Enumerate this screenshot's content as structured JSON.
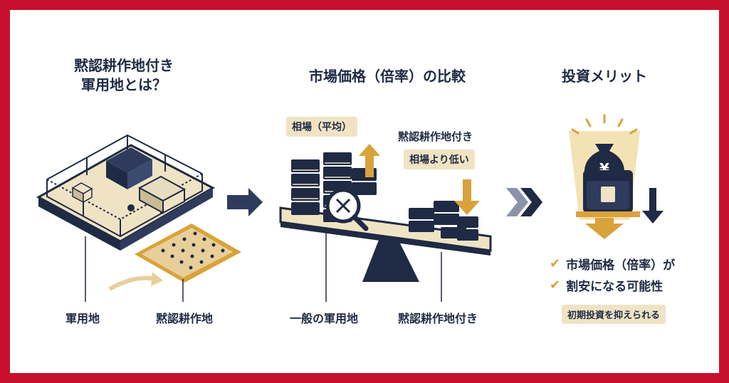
{
  "sections": {
    "what": {
      "title_line1": "黙認耕作地付き",
      "title_line2": "軍用地とは？",
      "label_military": "軍用地",
      "label_farmland": "黙認耕作地"
    },
    "compare": {
      "title": "市場価格（倍率）の比較",
      "tag_average": "相場（平均）",
      "label_with_farmland": "黙認耕作地付き",
      "tag_lower": "相場より低い",
      "label_general": "一般の軍用地",
      "label_bottom_right": "黙認耕作地付き"
    },
    "merit": {
      "title": "投資メリット",
      "check1": "市場価格（倍率）が",
      "check2": "割安になる可能性",
      "tag_cost": "初期投資を抑えられる",
      "yen_symbol": "¥"
    }
  },
  "icons": [
    "fence-icon",
    "building-icon",
    "farmland-icon",
    "arrow-right-icon",
    "scale-icon",
    "magnifier-x-icon",
    "arrow-up-icon",
    "arrow-down-icon",
    "chevron-right-double-icon",
    "treasure-chest-icon",
    "money-bag-icon",
    "check-icon"
  ],
  "colors": {
    "border": "#c8102e",
    "navy": "#1f2a44",
    "gold": "#d9a23a",
    "beige": "#efe3c4"
  }
}
